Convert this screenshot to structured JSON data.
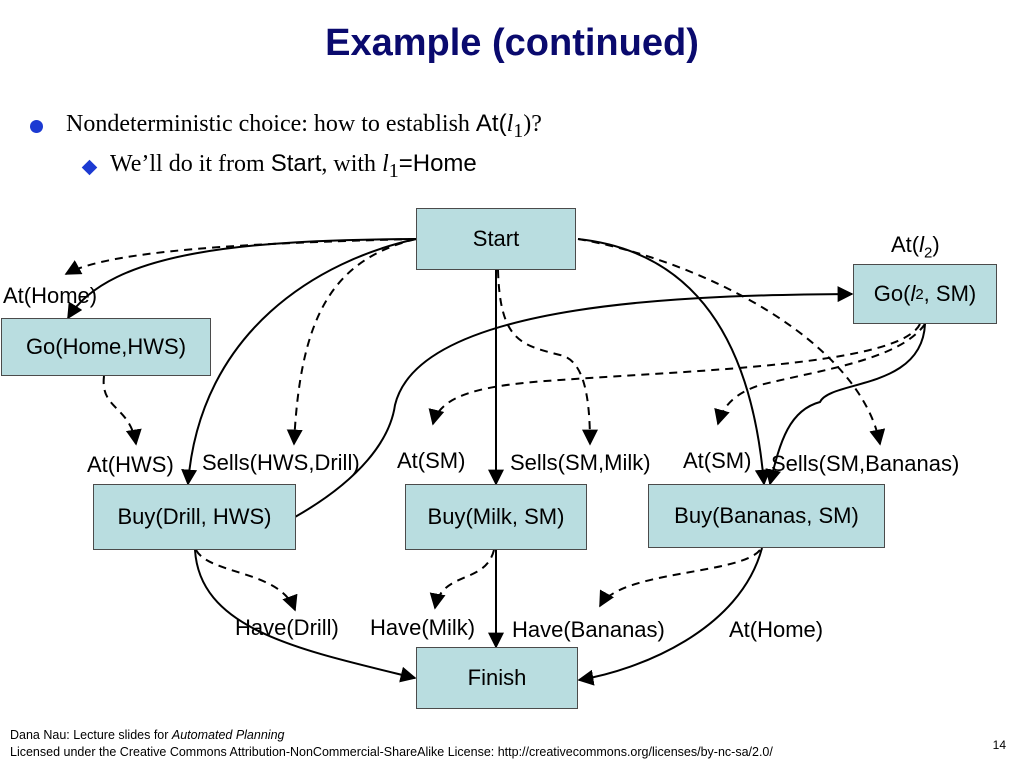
{
  "slide": {
    "title": "Example (continued)",
    "bullet1": {
      "text": "Nondeterministic choice: how to establish ",
      "at": "At(",
      "l": "l",
      "sub": "1",
      "close": ")?"
    },
    "bullet2": {
      "text": "We’ll do it from ",
      "start": "Start",
      "with": ", with ",
      "l": "l",
      "sub": "1",
      "eq": "=Home"
    }
  },
  "nodes": {
    "start": "Start",
    "go_home_hws": "Go(Home,HWS)",
    "go_l2_pre": "Go(",
    "go_l2_l": "l",
    "go_l2_sub": "2",
    "go_l2_post": ", SM)",
    "buy_drill": "Buy(Drill, HWS)",
    "buy_milk": "Buy(Milk, SM)",
    "buy_bananas": "Buy(Bananas, SM)",
    "finish": "Finish"
  },
  "labels": {
    "at_home_top": "At(Home)",
    "at_l2_pre": "At(",
    "at_l2_l": "l",
    "at_l2_sub": "2",
    "at_l2_post": ")",
    "at_hws": "At(HWS)",
    "sells_hws_drill": "Sells(HWS,Drill)",
    "at_sm_1": "At(SM)",
    "sells_sm_milk": "Sells(SM,Milk)",
    "at_sm_2": "At(SM)",
    "sells_sm_bananas": "Sells(SM,Bananas)",
    "have_drill": "Have(Drill)",
    "have_milk": "Have(Milk)",
    "have_bananas": "Have(Bananas)",
    "at_home_bottom": "At(Home)"
  },
  "footer": {
    "line1_text": "Dana Nau: Lecture slides for ",
    "line1_italic": "Automated Planning",
    "line2": "Licensed under the Creative Commons Attribution-NonCommercial-ShareAlike License: http://creativecommons.org/licenses/by-nc-sa/2.0/",
    "page_number": "14"
  },
  "colors": {
    "title": "#0a0a6e",
    "bullet": "#1c3ad2",
    "node_fill": "#b9dde0"
  }
}
